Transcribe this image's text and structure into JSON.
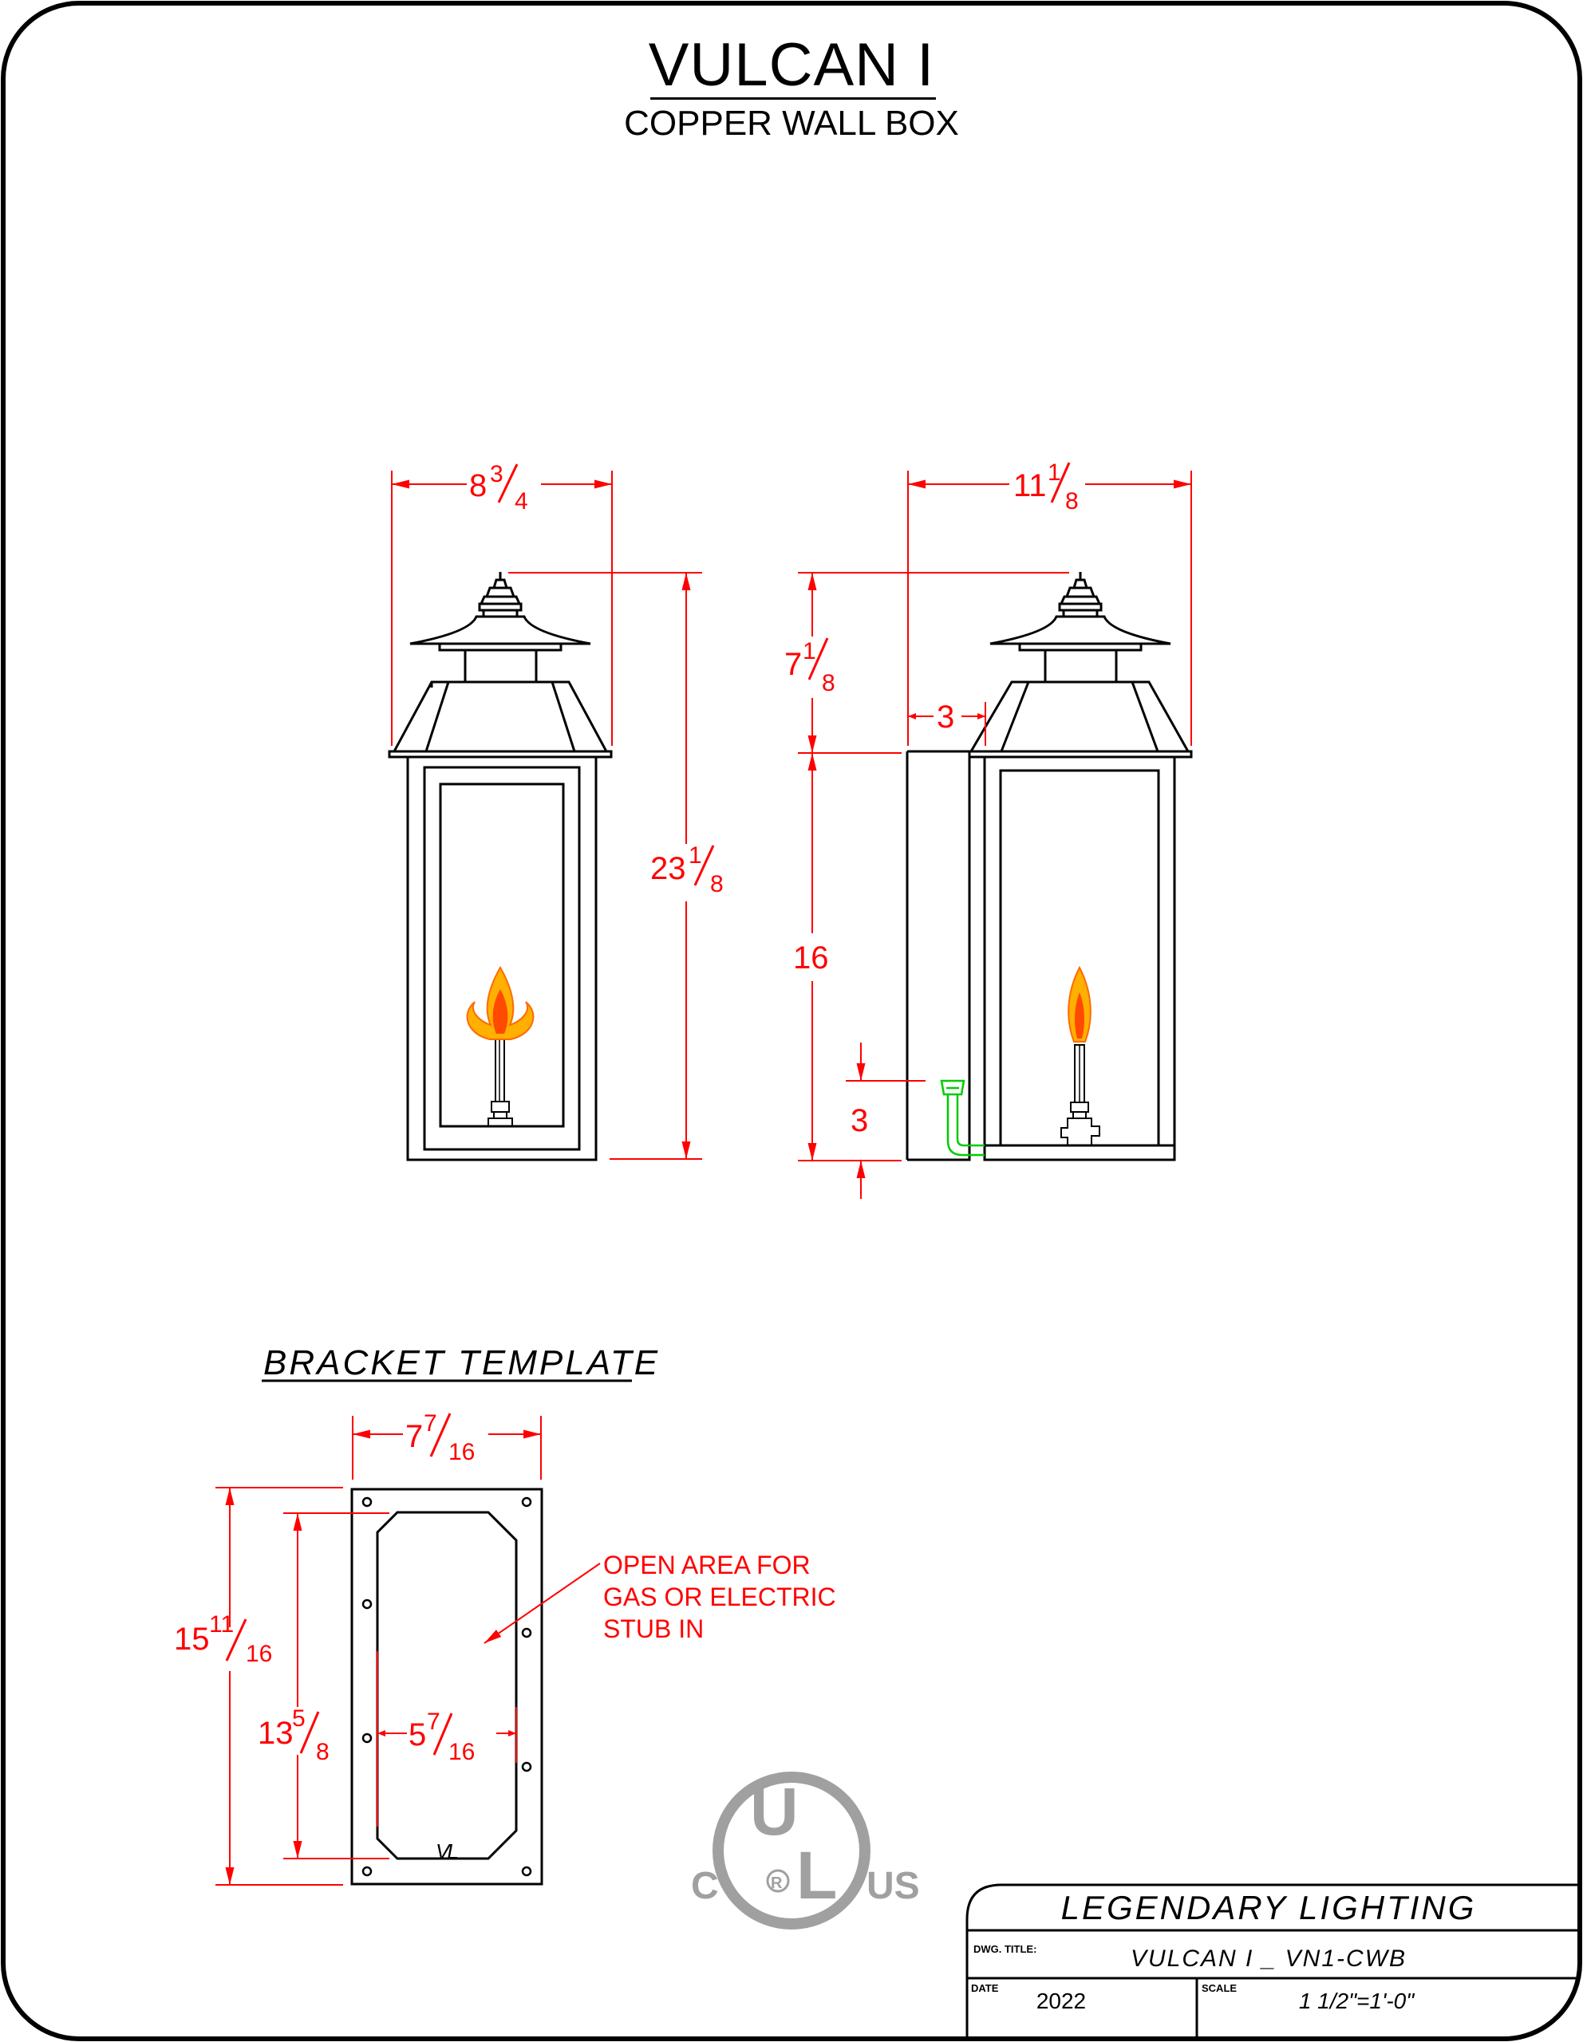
{
  "header": {
    "title": "VULCAN I",
    "subtitle": "COPPER WALL BOX"
  },
  "front_view": {
    "width_whole": "8",
    "width_num": "3",
    "width_den": "4",
    "height_whole": "23",
    "height_num": "1",
    "height_den": "8"
  },
  "side_view": {
    "depth_whole": "11",
    "depth_num": "1",
    "depth_den": "8",
    "cap_whole": "7",
    "cap_num": "1",
    "cap_den": "8",
    "offset": "3",
    "body_height": "16",
    "stub_height": "3"
  },
  "bracket": {
    "heading": "BRACKET TEMPLATE",
    "width_whole": "7",
    "width_num": "7",
    "width_den": "16",
    "outer_height_whole": "15",
    "outer_height_num": "11",
    "outer_height_den": "16",
    "inner_height_whole": "13",
    "inner_height_num": "5",
    "inner_height_den": "8",
    "inner_width_whole": "5",
    "inner_width_num": "7",
    "inner_width_den": "16",
    "note_lines": [
      "OPEN AREA FOR",
      "GAS OR ELECTRIC",
      "STUB IN"
    ],
    "mark": "VL"
  },
  "ul_mark": {
    "u": "U",
    "l": "L",
    "c": "C",
    "us": "US",
    "r": "R"
  },
  "title_block": {
    "company": "LEGENDARY LIGHTING",
    "dwg_title_label": "DWG. TITLE:",
    "dwg_title": "VULCAN I _ VN1-CWB",
    "date_label": "DATE",
    "date": "2022",
    "scale_label": "SCALE",
    "scale": "1 1/2\"=1'-0\""
  },
  "colors": {
    "dimension": "#ff0000",
    "gas_line": "#00cc00",
    "flame_outer": "#ffb000",
    "flame_inner": "#ff5a00",
    "ul_gray": "#a0a0a0"
  }
}
